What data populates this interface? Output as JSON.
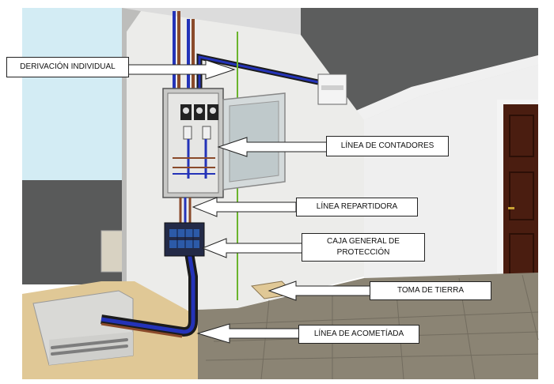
{
  "labels": {
    "derivacion": "DERIVACIÓN INDIVIDUAL",
    "contadores": "LÍNEA DE CONTADORES",
    "repartidora": "LÍNEA REPARTIDORA",
    "caja_line1": "CAJA GENERAL DE",
    "caja_line2": "PROTECCIÓN",
    "tierra": "TOMA DE TIERRA",
    "acometida": "LÍNEA DE ACOMETÍADA"
  },
  "colors": {
    "sky": "#d3ecf4",
    "wall": "#e9ebea",
    "floor": "#8b8474",
    "earth": "#e0c896",
    "door": "#4a1d10",
    "cable_blue": "#2433b8",
    "cable_brown": "#8a4a2a",
    "earth_wire": "#6ab42c"
  },
  "icons": [
    "arrow-icon",
    "door-icon",
    "meter-panel-icon",
    "protection-box-icon"
  ]
}
